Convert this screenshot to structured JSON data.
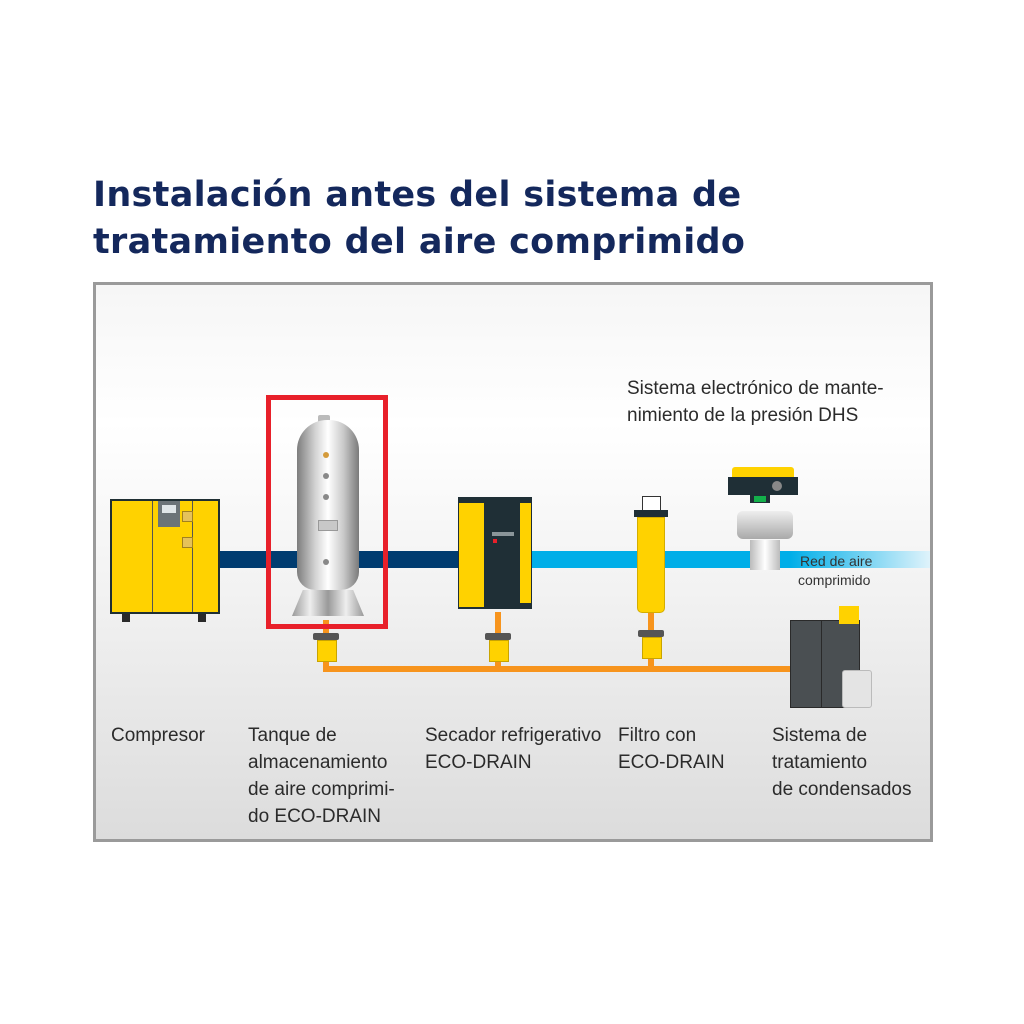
{
  "title": {
    "line1": "Instalación antes del sistema de",
    "line2": "tratamiento del aire comprimido"
  },
  "labels": {
    "dhs": [
      "Sistema electrónico de mante-",
      "nimiento de la presión DHS"
    ],
    "network": [
      "Red de aire",
      "comprimido"
    ],
    "compressor": [
      "Compresor"
    ],
    "tank": [
      "Tanque de",
      "almacenamiento",
      "de aire comprimi-",
      "do ECO-DRAIN"
    ],
    "dryer": [
      "Secador refrigerativo",
      "ECO-DRAIN"
    ],
    "filter": [
      "Filtro con",
      "ECO-DRAIN"
    ],
    "condensate": [
      "Sistema de",
      "tratamiento",
      "de condensados"
    ]
  },
  "colors": {
    "title": "#14285c",
    "highlight": "#e8202a",
    "pipe_dark": "#003c70",
    "pipe_light": "#00aee8",
    "condensate_line": "#f7941d",
    "machine": "#ffd200"
  }
}
